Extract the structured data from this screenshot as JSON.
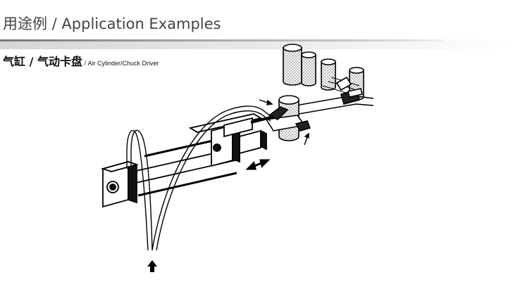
{
  "header": {
    "title": "用途例 / Application Examples"
  },
  "section": {
    "caption_zh": "气缸 / 气动卡盘",
    "caption_en": " / Air Cylinder/Chuck Driver"
  },
  "figure": {
    "icons": [
      "air-cylinder-icon",
      "chuck-icon",
      "workpiece-icon",
      "arrow-up-icon",
      "double-arrow-icon"
    ]
  }
}
